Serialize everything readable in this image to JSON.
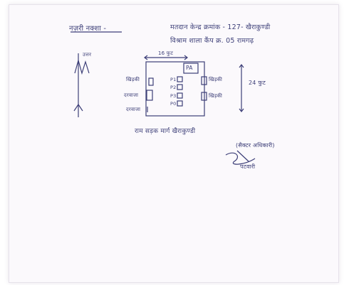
{
  "document": {
    "heading": "नज़री नक्शा -",
    "center_line1": "मतदान केन्द्र क्रमांक - 127- खैराकुण्डी",
    "center_line2": "विश्राम शाला कैंप क्र. 05 रामगढ़",
    "width_label": "16 फुट",
    "pa_label": "PA",
    "height_label": "24 फुट",
    "left_labels": [
      "खिड़की",
      "दरवाजा",
      "दरवाजा"
    ],
    "right_labels": [
      "खिड़की",
      "खिड़की"
    ],
    "booth_labels": [
      "P1",
      "P2",
      "P3",
      "P0"
    ],
    "compass": "उत्तर",
    "road_text": "राम सड़क मार्ग खैराकुण्डी",
    "sign_title": "(सैक्टर अधिकारी)",
    "sign_name": "पटवारी"
  }
}
